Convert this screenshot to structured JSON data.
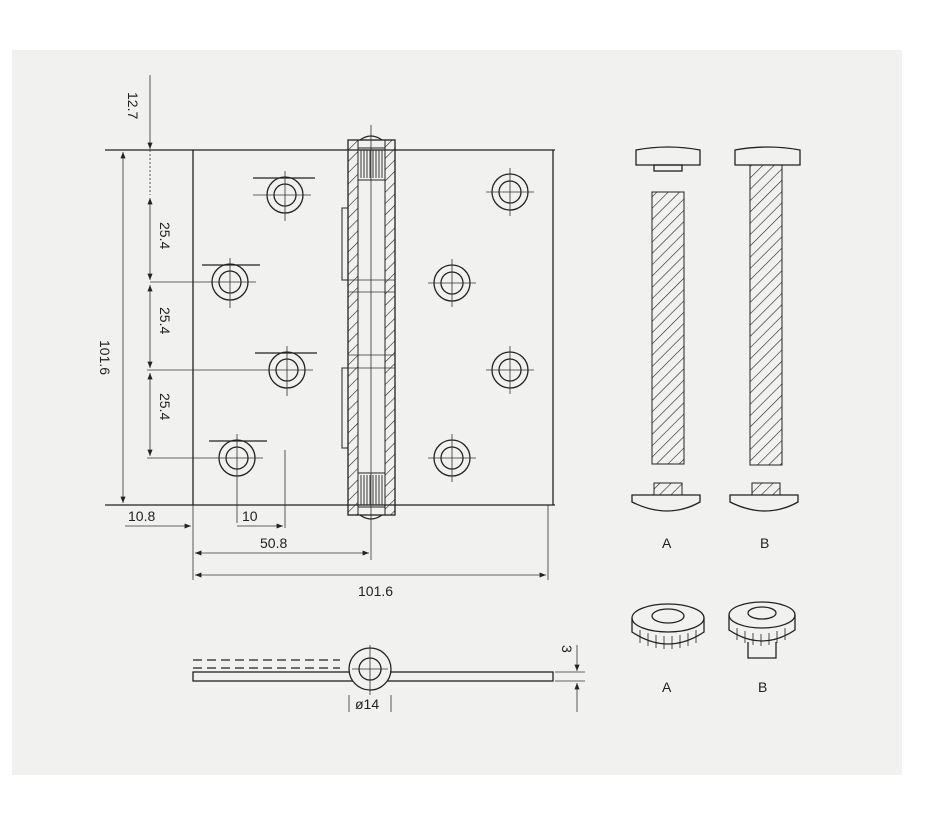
{
  "diagram": {
    "dimensions": {
      "top_offset": "12.7",
      "height": "101.6",
      "hole_spacing_1": "25.4",
      "hole_spacing_2": "25.4",
      "hole_spacing_3": "25.4",
      "edge_offset": "10.8",
      "hole_offset": "10",
      "half_width": "50.8",
      "width": "101.6",
      "thickness": "3",
      "knuckle_diameter": "ø14"
    },
    "pin_labels": {
      "a": "A",
      "b": "B"
    },
    "washer_labels": {
      "a": "A",
      "b": "B"
    }
  }
}
